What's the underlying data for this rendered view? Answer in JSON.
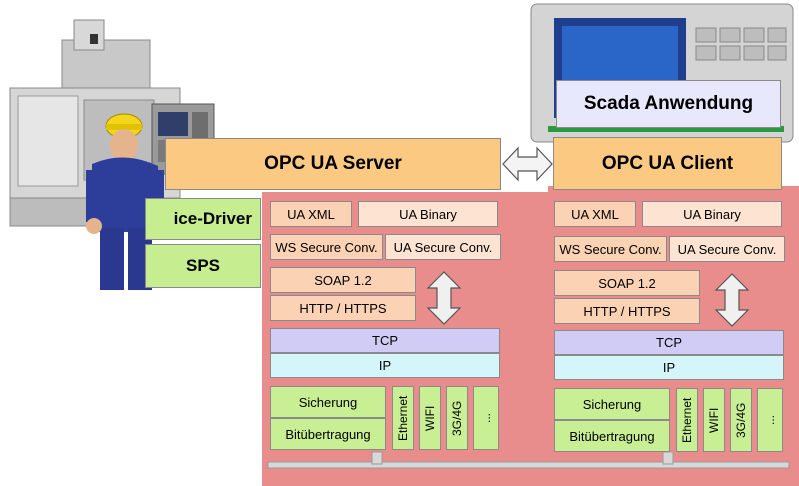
{
  "server": {
    "title": "OPC UA Server",
    "device_driver": "ice-Driver",
    "sps": "SPS",
    "ua_xml": "UA XML",
    "ua_binary": "UA Binary",
    "ws_secure": "WS Secure Conv.",
    "ua_secure": "UA Secure Conv.",
    "soap": "SOAP 1.2",
    "http": "HTTP / HTTPS",
    "tcp": "TCP",
    "ip": "IP",
    "sicherung": "Sicherung",
    "bituebertragung": "Bitübertragung",
    "ethernet": "Ethernet",
    "wifi": "WIFI",
    "g34": "3G/4G",
    "more": "..."
  },
  "client": {
    "title": "OPC UA Client",
    "scada": "Scada Anwendung",
    "ua_xml": "UA XML",
    "ua_binary": "UA Binary",
    "ws_secure": "WS Secure Conv.",
    "ua_secure": "UA Secure Conv.",
    "soap": "SOAP 1.2",
    "http": "HTTP / HTTPS",
    "tcp": "TCP",
    "ip": "IP",
    "sicherung": "Sicherung",
    "bituebertragung": "Bitübertragung",
    "ethernet": "Ethernet",
    "wifi": "WIFI",
    "g34": "3G/4G",
    "more": "..."
  }
}
